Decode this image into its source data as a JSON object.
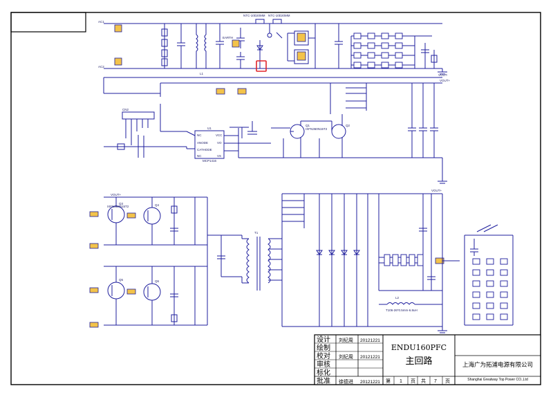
{
  "title_block": {
    "rows": [
      {
        "role": "设计",
        "name": "刘纪周",
        "date": "20121221"
      },
      {
        "role": "绘制",
        "name": "",
        "date": ""
      },
      {
        "role": "校对",
        "name": "刘纪周",
        "date": "20121221"
      },
      {
        "role": "审核",
        "name": "",
        "date": ""
      },
      {
        "role": "标化",
        "name": "",
        "date": ""
      },
      {
        "role": "批准",
        "name": "徐德进",
        "date": "20121221"
      }
    ],
    "model": "ENDU160PFC",
    "drawing_name": "主回路",
    "company_cn": "上海广为拓浦电源有限公司",
    "company_en": "Shanghai Greatway Top Power CO.,Ltd",
    "sheet_label_1": "第",
    "sheet_no": "1",
    "sheet_label_2": "页",
    "total_label_1": "共",
    "total_sheets": "7",
    "total_label_2": "页"
  },
  "labels": {
    "ac1": "AC1",
    "ac2": "AC2",
    "ntc1": "NTC-10D20MM",
    "ntc2": "NTC-10D20MM",
    "earth": "EARTH",
    "l1": "L1",
    "u1": "U1",
    "u1_part": "MCP1416",
    "cn2": "CN2",
    "vout_plus_1": "VOUT+",
    "vout_plus_2": "VOUT+",
    "vout_plus_3": "VOUT+",
    "vout_minus": "VOUT-",
    "pin_vcc": "VCC",
    "pin_vo": "VO",
    "pin_vs": "VS",
    "pin_nc": "NC",
    "pin_anode": "ANODE",
    "pin_cathode": "CATHODE",
    "pin_nc2": "NC",
    "q1": "Q1",
    "q2": "Q2",
    "q3": "Q3",
    "q4": "Q4",
    "q5": "Q5",
    "q6": "Q6",
    "part_mosfet": "IXFN360N15T2",
    "t1": "T1",
    "l2": "L2",
    "l2_part": "T106-26*0.5mm-6.8uH"
  },
  "colors": {
    "wire": "#1c1c9c",
    "component": "#1c1c9c",
    "label": "#1a1a66",
    "highlight": "#e0242a",
    "pad": "#f3c34a",
    "frame": "#000000"
  }
}
